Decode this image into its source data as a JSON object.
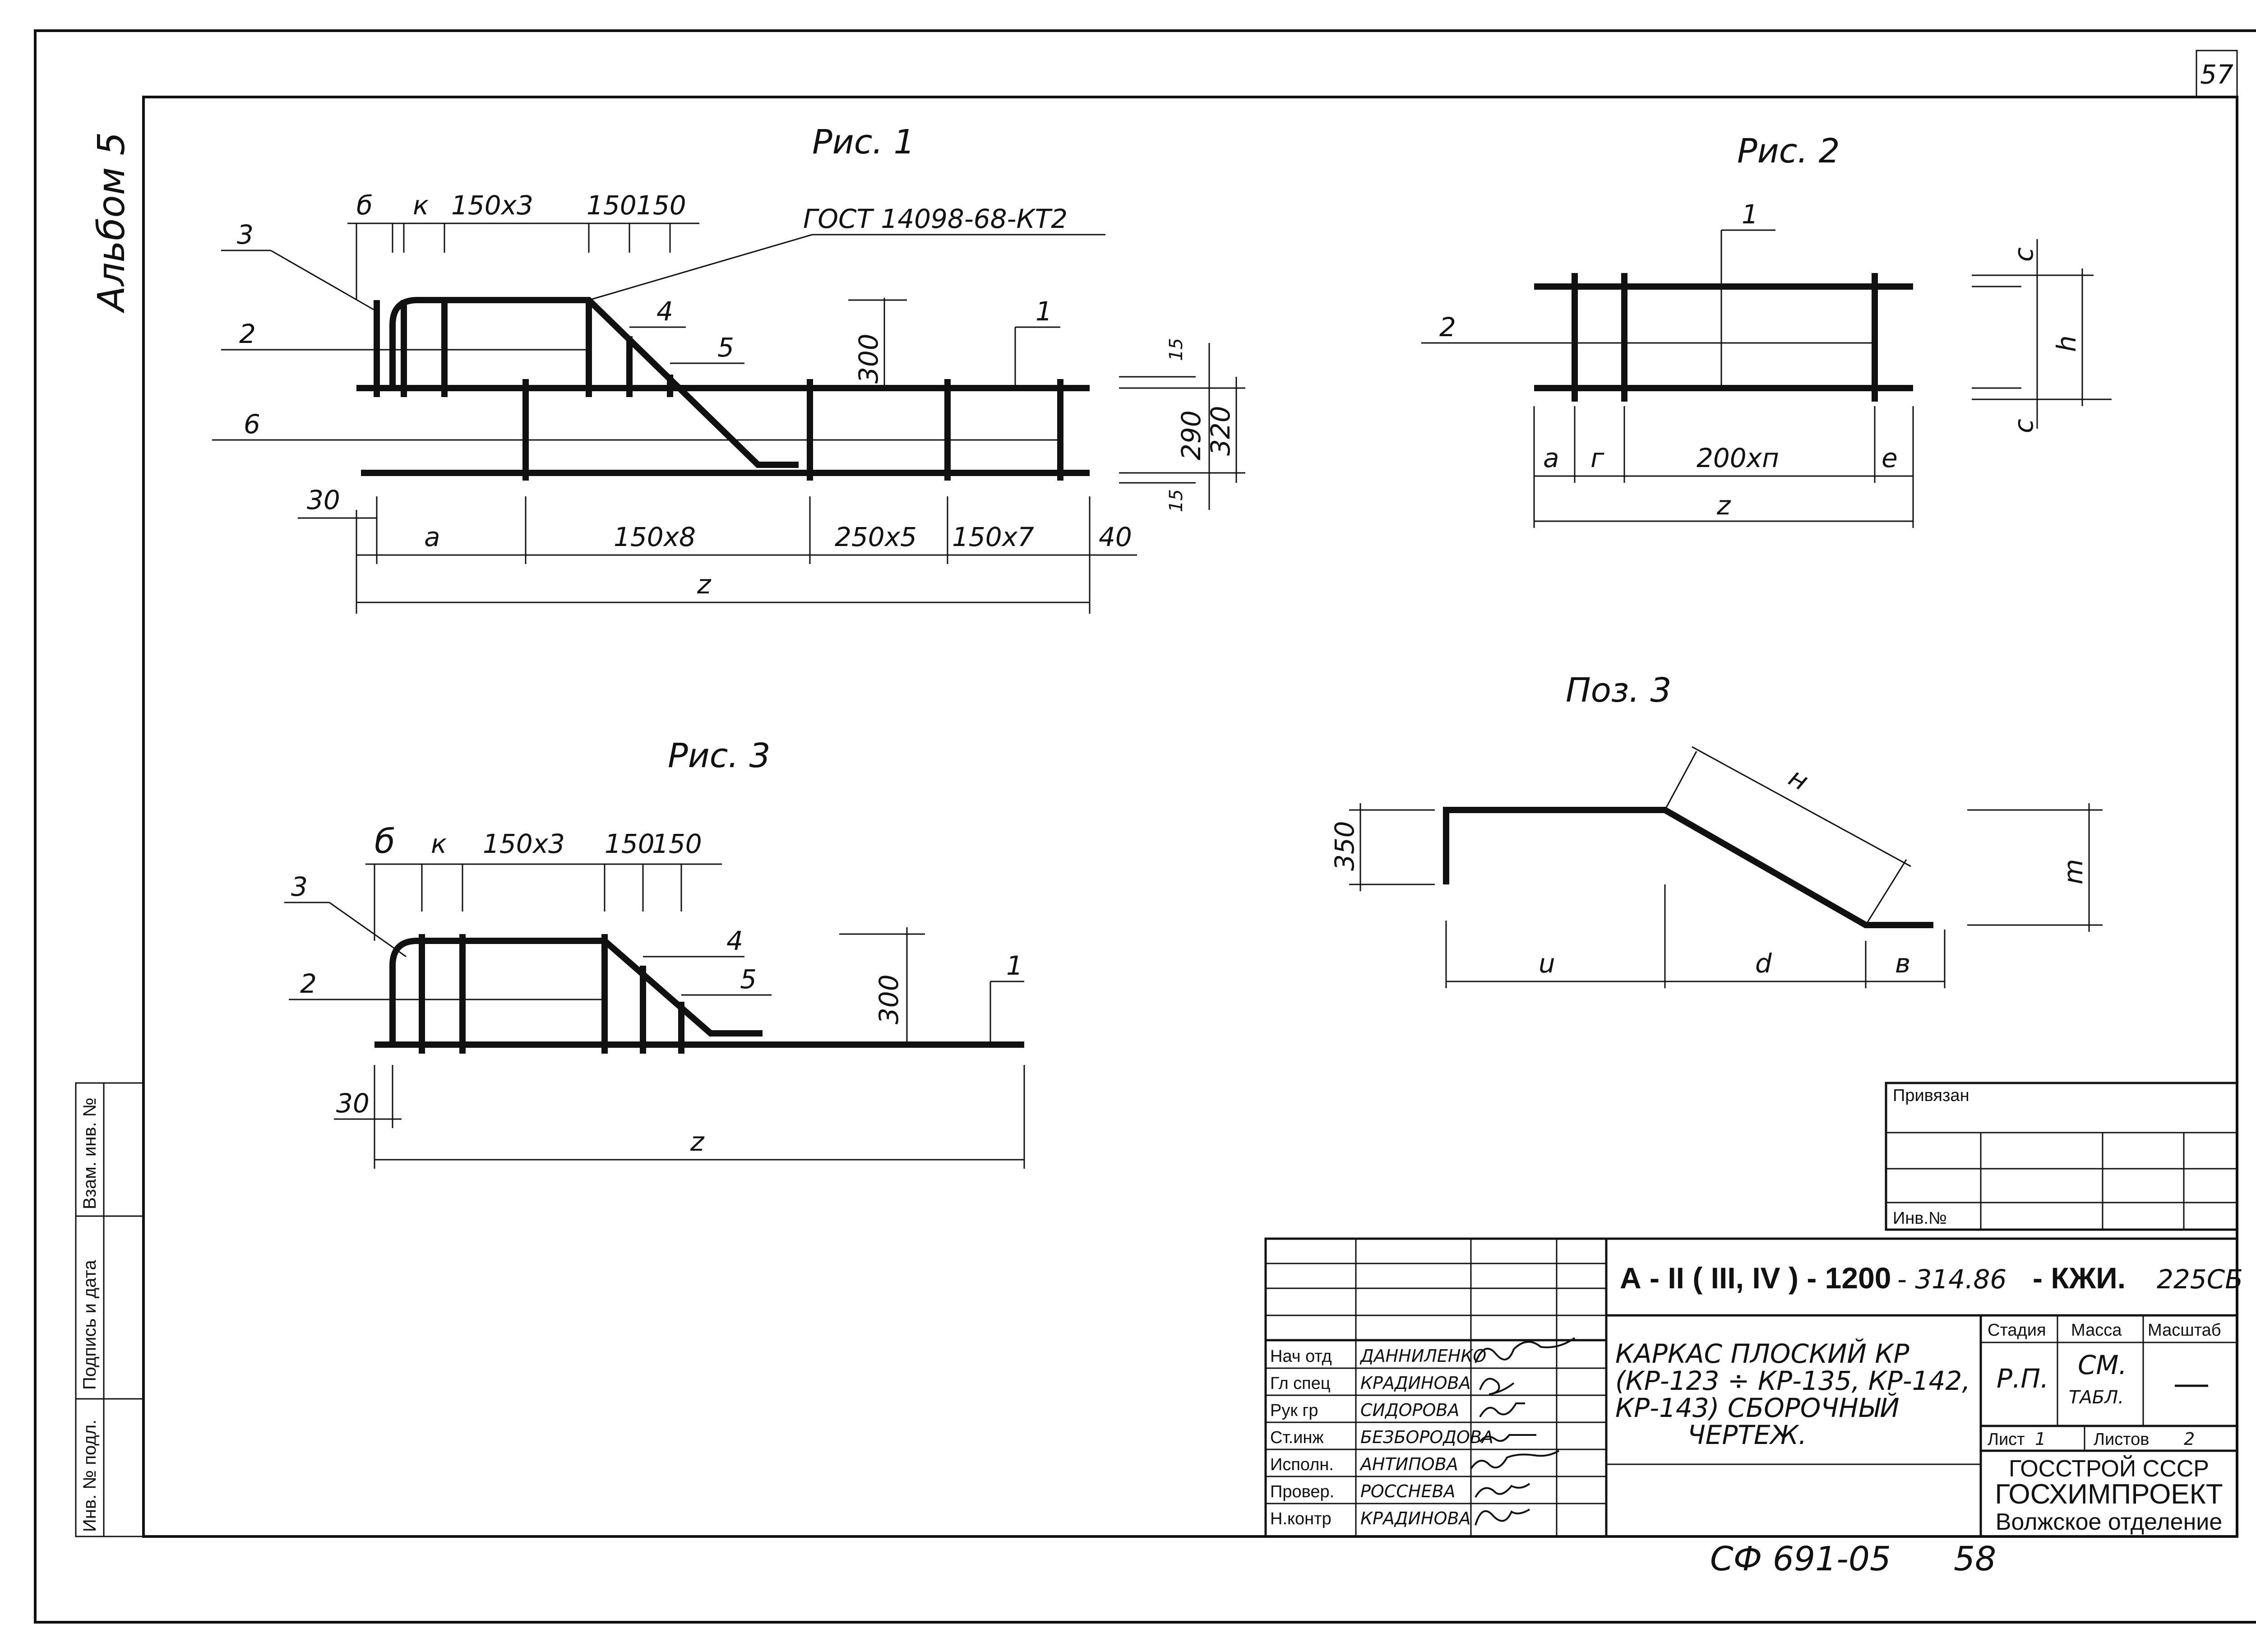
{
  "sheet": {
    "page_number": "57",
    "album": "Альбом 5",
    "bottom_code": "СФ 691-05",
    "bottom_number": "58"
  },
  "side_stamp": {
    "vzam": "Взам. инв. №",
    "podpis": "Подпись и дата",
    "inv": "Инв. № подл."
  },
  "fig1": {
    "title": "Рис. 1",
    "gost": "ГОСТ 14098-68-КТ2",
    "dim_b": "б",
    "dim_k": "к",
    "dim_150x3": "150х3",
    "dim_150a": "150",
    "dim_150b": "150",
    "dim_300": "300",
    "dim_15a": "15",
    "dim_290": "290",
    "dim_320": "320",
    "dim_15b": "15",
    "dim_30": "30",
    "dim_a": "а",
    "dim_150x8": "150х8",
    "dim_250x5": "250х5",
    "dim_150x7": "150х7",
    "dim_40": "40",
    "dim_z": "z",
    "p3": "3",
    "p2": "2",
    "p6": "6",
    "p4": "4",
    "p5": "5",
    "p1": "1"
  },
  "fig2": {
    "title": "Рис. 2",
    "p1": "1",
    "p2": "2",
    "dim_c1": "с",
    "dim_h": "h",
    "dim_c2": "с",
    "dim_a": "а",
    "dim_g": "г",
    "dim_200xn": "200хп",
    "dim_e": "е",
    "dim_z": "z"
  },
  "fig3": {
    "title": "Рис. 3",
    "dim_b": "б",
    "dim_k": "к",
    "dim_150x3": "150х3",
    "dim_150a": "150",
    "dim_150b": "150",
    "dim_300": "300",
    "dim_30": "30",
    "dim_z": "z",
    "p3": "3",
    "p2": "2",
    "p4": "4",
    "p5": "5",
    "p1": "1"
  },
  "pos3": {
    "title": "Поз. 3",
    "dim_350": "350",
    "dim_h": "н",
    "dim_m": "m",
    "dim_u": "u",
    "dim_d": "d",
    "dim_v": "в"
  },
  "title_block": {
    "privyazan": "Привязан",
    "inv_no": "Инв.№",
    "code_main": "А - II ( III, IV ) - 1200",
    "code_hand": "- 314.86",
    "code_suffix": "- КЖИ.",
    "code_tail": "225СБ",
    "description": [
      "КАРКАС ПЛОСКИЙ КР",
      "(КР-123 ÷ КР-135, КР-142,",
      "КР-143) СБОРОЧНЫЙ",
      "ЧЕРТЕЖ."
    ],
    "col_stage": "Стадия",
    "col_mass": "Масса",
    "col_scale": "Масштаб",
    "stage": "Р.П.",
    "mass1": "СМ.",
    "mass2": "ТАБЛ.",
    "scale": "—",
    "sheet_lbl": "Лист",
    "sheet_val": "1",
    "sheets_lbl": "Листов",
    "sheets_val": "2",
    "org1": "ГОССТРОЙ СССР",
    "org2": "ГОСХИМПРОЕКТ",
    "org3": "Волжское отделение",
    "roles": [
      {
        "role": "Нач отд",
        "name": "ДАННИЛЕНКО"
      },
      {
        "role": "Гл спец",
        "name": "КРАДИНОВА"
      },
      {
        "role": "Рук гр",
        "name": "СИДОРОВА"
      },
      {
        "role": "Ст.инж",
        "name": "БЕЗБОРОДОВА"
      },
      {
        "role": "Исполн.",
        "name": "АНТИПОВА"
      },
      {
        "role": "Провер.",
        "name": "РОССНЕВА"
      },
      {
        "role": "Н.контр",
        "name": "КРАДИНОВА"
      }
    ]
  }
}
